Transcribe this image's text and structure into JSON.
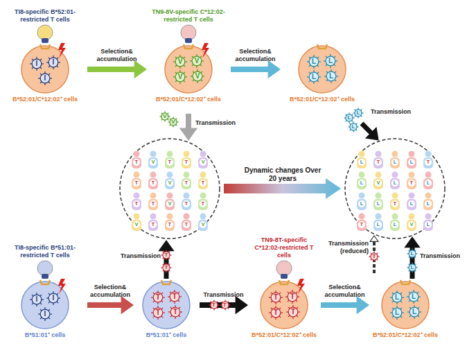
{
  "diagram": {
    "nodes": [
      {
        "text": [
          "TI8-specific B*52:01-restricted T cells",
          "B*52:01/C*12:02⁺ cells"
        ]
      },
      {
        "text": [
          "TN9-8V-specific C*12:02-restricted T cells",
          "B*52:01/C*12:02⁺ cells"
        ]
      },
      {
        "text": [
          "B*52:01/C*12:02⁺ cells"
        ]
      },
      {
        "text": [
          "TI8-specific B*51:01-restricted T cells",
          "B*51:01⁺ cells"
        ]
      },
      {
        "text": [
          "B*51:01⁺ cells"
        ]
      },
      {
        "text": [
          "TN9-8T-specific C*12:02-restricted T cells",
          "B*52:01/C*12:02⁺ cells"
        ]
      },
      {
        "text": [
          "B*52:01/C*12:02⁺ cells"
        ]
      }
    ],
    "edges": [
      {
        "from": 0,
        "to": 1,
        "label": "Selection& accumulation",
        "arrow": "to"
      },
      {
        "from": 1,
        "to": 2,
        "label": "Selection& accumulation",
        "arrow": "to"
      },
      {
        "from": 3,
        "to": 4,
        "label": "Selection& accumulation",
        "arrow": "to"
      },
      {
        "from": 4,
        "to": 5,
        "label": "Transmission",
        "arrow": "to"
      },
      {
        "from": 5,
        "to": 6,
        "label": "Selection& accumulation",
        "arrow": "to"
      }
    ],
    "labels": [
      "Transmission",
      "Transmission",
      "Dynamic changes Over 20 years",
      "Transmission",
      "Transmission (reduced)",
      "Transmission",
      "I",
      "I",
      "I",
      "V",
      "V",
      "V",
      "V",
      "L",
      "L",
      "L",
      "L",
      "I",
      "I",
      "I",
      "T",
      "T",
      "T",
      "T",
      "T",
      "T",
      "T",
      "T",
      "L",
      "L",
      "L",
      "L",
      "V",
      "V",
      "L",
      "L",
      "L",
      "T",
      "T",
      "T",
      "T",
      "T",
      "L",
      "L",
      "T",
      "V",
      "T",
      "T",
      "V",
      "T",
      "T",
      "V",
      "T",
      "T",
      "T",
      "T",
      "V",
      "T",
      "T",
      "V",
      "T",
      "T",
      "T",
      "V",
      "L",
      "T",
      "L",
      "L",
      "T",
      "L",
      "V",
      "L",
      "T",
      "L",
      "L",
      "L",
      "T",
      "L",
      "L",
      "T",
      "L",
      "L",
      "V",
      "L"
    ]
  }
}
